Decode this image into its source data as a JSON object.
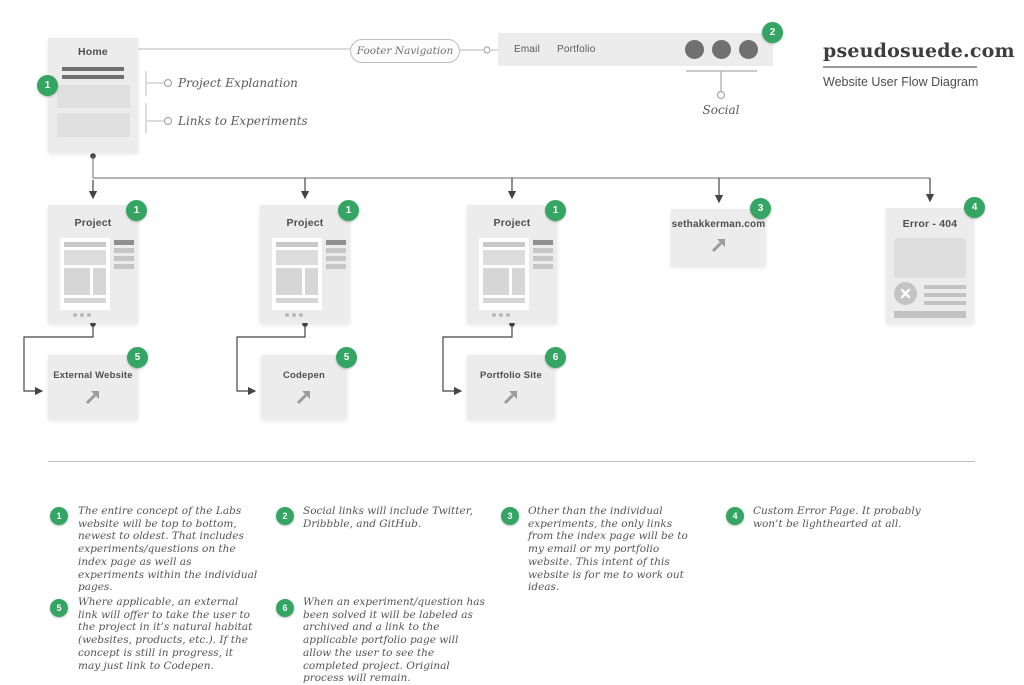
{
  "colors": {
    "green": "#34a563",
    "box-bg": "#ececec"
  },
  "brand": {
    "title": "pseudosuede.com",
    "subtitle": "Website User Flow Diagram"
  },
  "nodes": {
    "home": {
      "label": "Home",
      "badge": "1"
    },
    "footer_nav": {
      "label": "Footer Navigation"
    },
    "footer_bar": {
      "links": [
        "Email",
        "Portfolio"
      ],
      "badge": "2",
      "social_label": "Social"
    },
    "annotations": [
      {
        "label": "Project Explanation"
      },
      {
        "label": "Links to Experiments"
      }
    ],
    "projects": [
      {
        "label": "Project",
        "badge": "1"
      },
      {
        "label": "Project",
        "badge": "1"
      },
      {
        "label": "Project",
        "badge": "1"
      }
    ],
    "sethakkerman": {
      "label": "sethakkerman.com",
      "badge": "3"
    },
    "error": {
      "label": "Error - 404",
      "badge": "4"
    },
    "external": {
      "label": "External Website",
      "badge": "5"
    },
    "codepen": {
      "label": "Codepen",
      "badge": "5"
    },
    "portfolio": {
      "label": "Portfolio Site",
      "badge": "6"
    }
  },
  "notes": [
    {
      "num": "1",
      "text": "The entire concept of the Labs website will be top to bottom, newest to oldest. That includes experiments/questions on the index page as well as experiments within the individual pages."
    },
    {
      "num": "2",
      "text": "Social links will include Twitter, Dribbble, and GitHub."
    },
    {
      "num": "3",
      "text": "Other than the individual experiments, the only links from the index page will be to my email or my portfolio website. This intent of this website is for me to work out ideas."
    },
    {
      "num": "4",
      "text": "Custom Error Page. It probably won’t be lighthearted at all."
    },
    {
      "num": "5",
      "text": "Where applicable, an external link will offer to take the user to the project in it’s natural habitat (websites, products, etc.). If the concept is still in progress, it may just link to Codepen."
    },
    {
      "num": "6",
      "text": "When an experiment/question has been solved it will be labeled as archived and a link to the applicable portfolio page will allow the user to see the completed project. Original process will remain."
    }
  ]
}
